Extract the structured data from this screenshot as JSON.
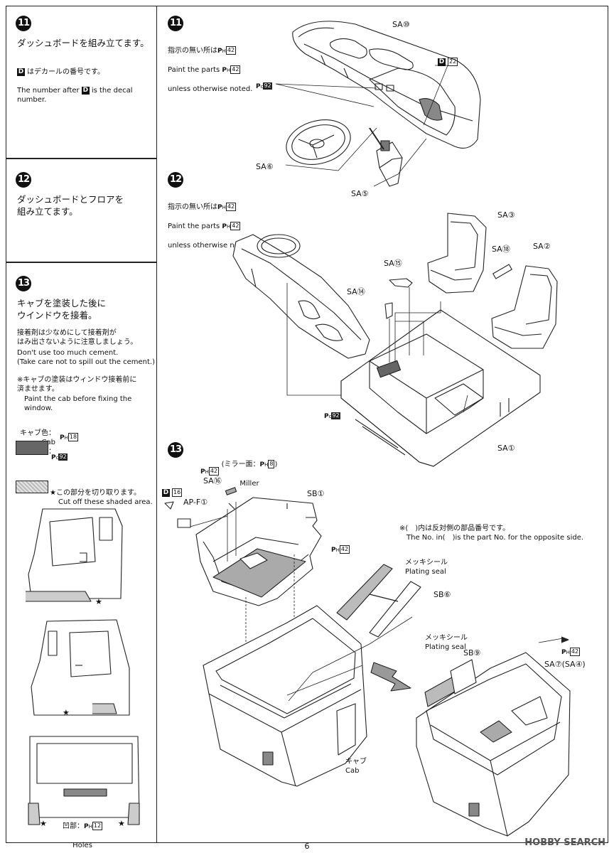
{
  "left": {
    "s11": {
      "num": "11",
      "title": "ダッシュボードを組み立てます。",
      "decal_jp": "はデカールの番号です。",
      "decal_en_pre": "The number after",
      "decal_en_post": "is the decal\nnumber.",
      "d_letter": "D"
    },
    "s12": {
      "num": "12",
      "title": "ダッシュボードとフロアを\n組み立てます。"
    },
    "s13": {
      "num": "13",
      "title": "キャブを塗装した後に\nウインドウを接着。",
      "cement_jp": "接着剤は少なめにして接着剤が\nはみ出さないように注意しましょう。",
      "cement_en": "Don't use too much cement.\n(Take care not to spill out the cement.)",
      "paint_jp": "※キャブの塗装はウィンドウ接着前に\n  済ませます。",
      "paint_en": "Paint the cab before fixing the\nwindow.",
      "cab_color_jp": "キャブ色：",
      "cab_color_en": "Cab color：",
      "cab_color_code": "18",
      "swatch_code": "92",
      "cut_jp": "★この部分を切り取ります。",
      "cut_en": "Cut off these shaded area.",
      "star": "★",
      "holes_jp": "凹部：",
      "holes_en": "Holes",
      "holes_code": "12"
    }
  },
  "right": {
    "s11": {
      "num": "11",
      "note_jp": "指示の無い所は",
      "note_en1": "Paint the parts",
      "note_en2": "unless otherwise noted.",
      "code": "42",
      "labels": {
        "sa10": "SA⑩",
        "d22": "22",
        "pc92": "92",
        "sa6": "SA⑥",
        "sa5": "SA⑤"
      }
    },
    "s12": {
      "num": "12",
      "note_jp": "指示の無い所は",
      "note_en1": "Paint the parts",
      "note_en2": "unless otherwise noted.",
      "code": "42",
      "labels": {
        "sa3": "SA③",
        "sa18": "SA⑱",
        "sa2": "SA②",
        "sa15": "SA⑮",
        "sa14": "SA⑭",
        "pc92": "92",
        "sa1": "SA①"
      }
    },
    "s13": {
      "num": "13",
      "mirror_jp": "(ミラー面：",
      "mirror_code": "8",
      "mirror_close": ")",
      "miller": "Miller",
      "ph42": "42",
      "sa16": "SA⑯",
      "d16": "16",
      "apf1": "AP-F①",
      "sb1": "SB①",
      "ph42b": "42",
      "opp_jp": "※(　)内は反対側の部品番号です。",
      "opp_en": "The No. in(　)is the part No. for the opposite side.",
      "plating_jp": "メッキシール",
      "plating_en": "Plating seal",
      "sb6": "SB⑥",
      "plating_jp2": "メッキシール",
      "plating_en2": "Plating seal",
      "sb9": "SB⑨",
      "ph42c": "42",
      "sa7": "SA⑦(SA④)",
      "cab_jp": "キャブ",
      "cab_en": "Cab"
    }
  },
  "footer": {
    "page": "6",
    "watermark": "HOBBY SEARCH"
  }
}
